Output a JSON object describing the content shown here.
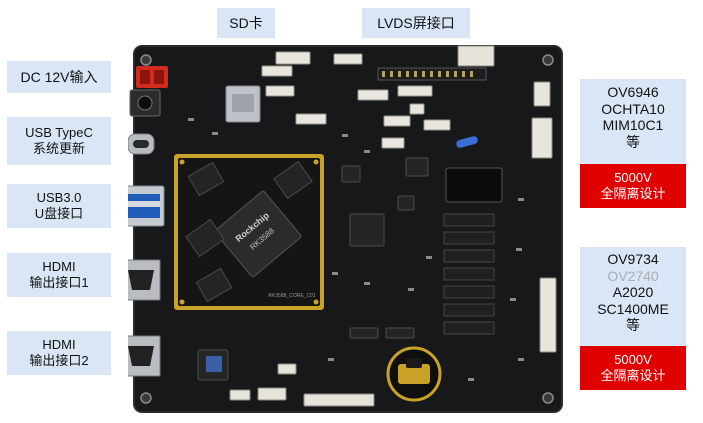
{
  "labels": {
    "sd_card": "SD卡",
    "lvds": "LVDS屏接口",
    "dc_power": "DC 12V输入",
    "usb_typec_1": "USB TypeC",
    "usb_typec_2": "系统更新",
    "usb3_1": "USB3.0",
    "usb3_2": "U盘接口",
    "hdmi1_1": "HDMI",
    "hdmi1_2": "输出接口1",
    "hdmi2_1": "HDMI",
    "hdmi2_2": "输出接口2"
  },
  "camera_group_1": {
    "models": [
      "OV6946",
      "OCHTA10",
      "MIM10C1",
      "等"
    ],
    "isolation_line1": "5000V",
    "isolation_line2": "全隔离设计"
  },
  "camera_group_2": {
    "models": [
      "OV9734",
      "OV2740",
      "A2020",
      "SC1400ME",
      "等"
    ],
    "isolation_line1": "5000V",
    "isolation_line2": "全隔离设计"
  },
  "board_text": {
    "chip_brand": "Rockchip",
    "chip_model": "RK3588",
    "module_label": "RK3588_CORE_C01"
  },
  "colors": {
    "label_bg": "#dae6f5",
    "isolation_bg": "#e00000",
    "pcb": "#17181a",
    "gold": "#c9a227"
  }
}
